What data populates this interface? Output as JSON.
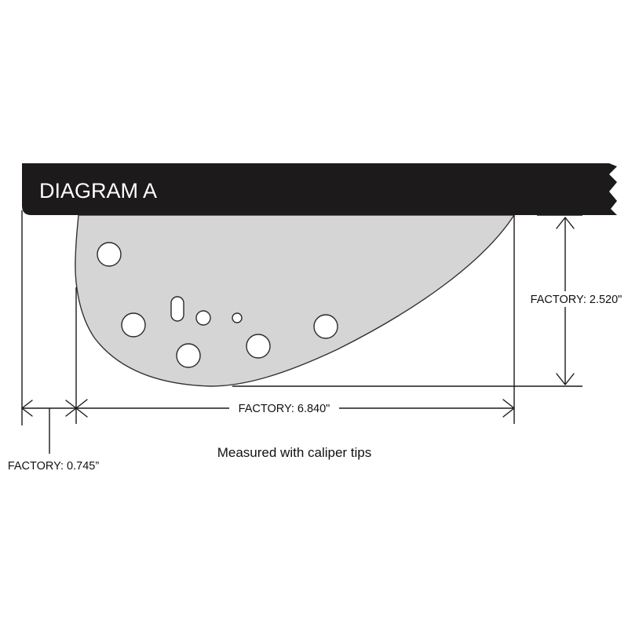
{
  "banner": {
    "title": "DIAGRAM A",
    "color": "#1c1a1b"
  },
  "part": {
    "fill": "#d5d5d5",
    "stroke": "#333333",
    "holes": [
      {
        "name": "hole-large-top-left"
      },
      {
        "name": "hole-slot"
      },
      {
        "name": "hole-left-middle"
      },
      {
        "name": "hole-small-center"
      },
      {
        "name": "hole-tiny-center"
      },
      {
        "name": "hole-bottom-left"
      },
      {
        "name": "hole-bottom-center"
      },
      {
        "name": "hole-right"
      }
    ]
  },
  "dimensions": {
    "height_label": "FACTORY: 2.520\"",
    "width_label": "FACTORY: 6.840\"",
    "offset_label": "FACTORY: 0.745”"
  },
  "caption": "Measured with caliper tips"
}
